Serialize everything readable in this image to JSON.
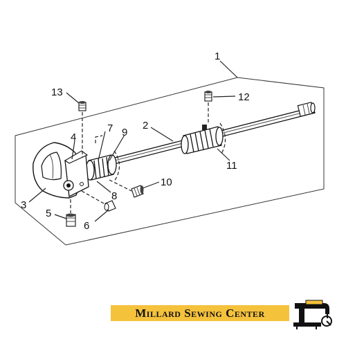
{
  "callouts": [
    "1",
    "2",
    "3",
    "4",
    "5",
    "6",
    "7",
    "8",
    "9",
    "10",
    "11",
    "12",
    "13"
  ],
  "brand": {
    "text": "Millard Sewing Center",
    "banner_color": "#f5c23c",
    "logo_icon": "sewing-machine-icon"
  },
  "colors": {
    "ink": "#111111",
    "background": "#ffffff"
  }
}
